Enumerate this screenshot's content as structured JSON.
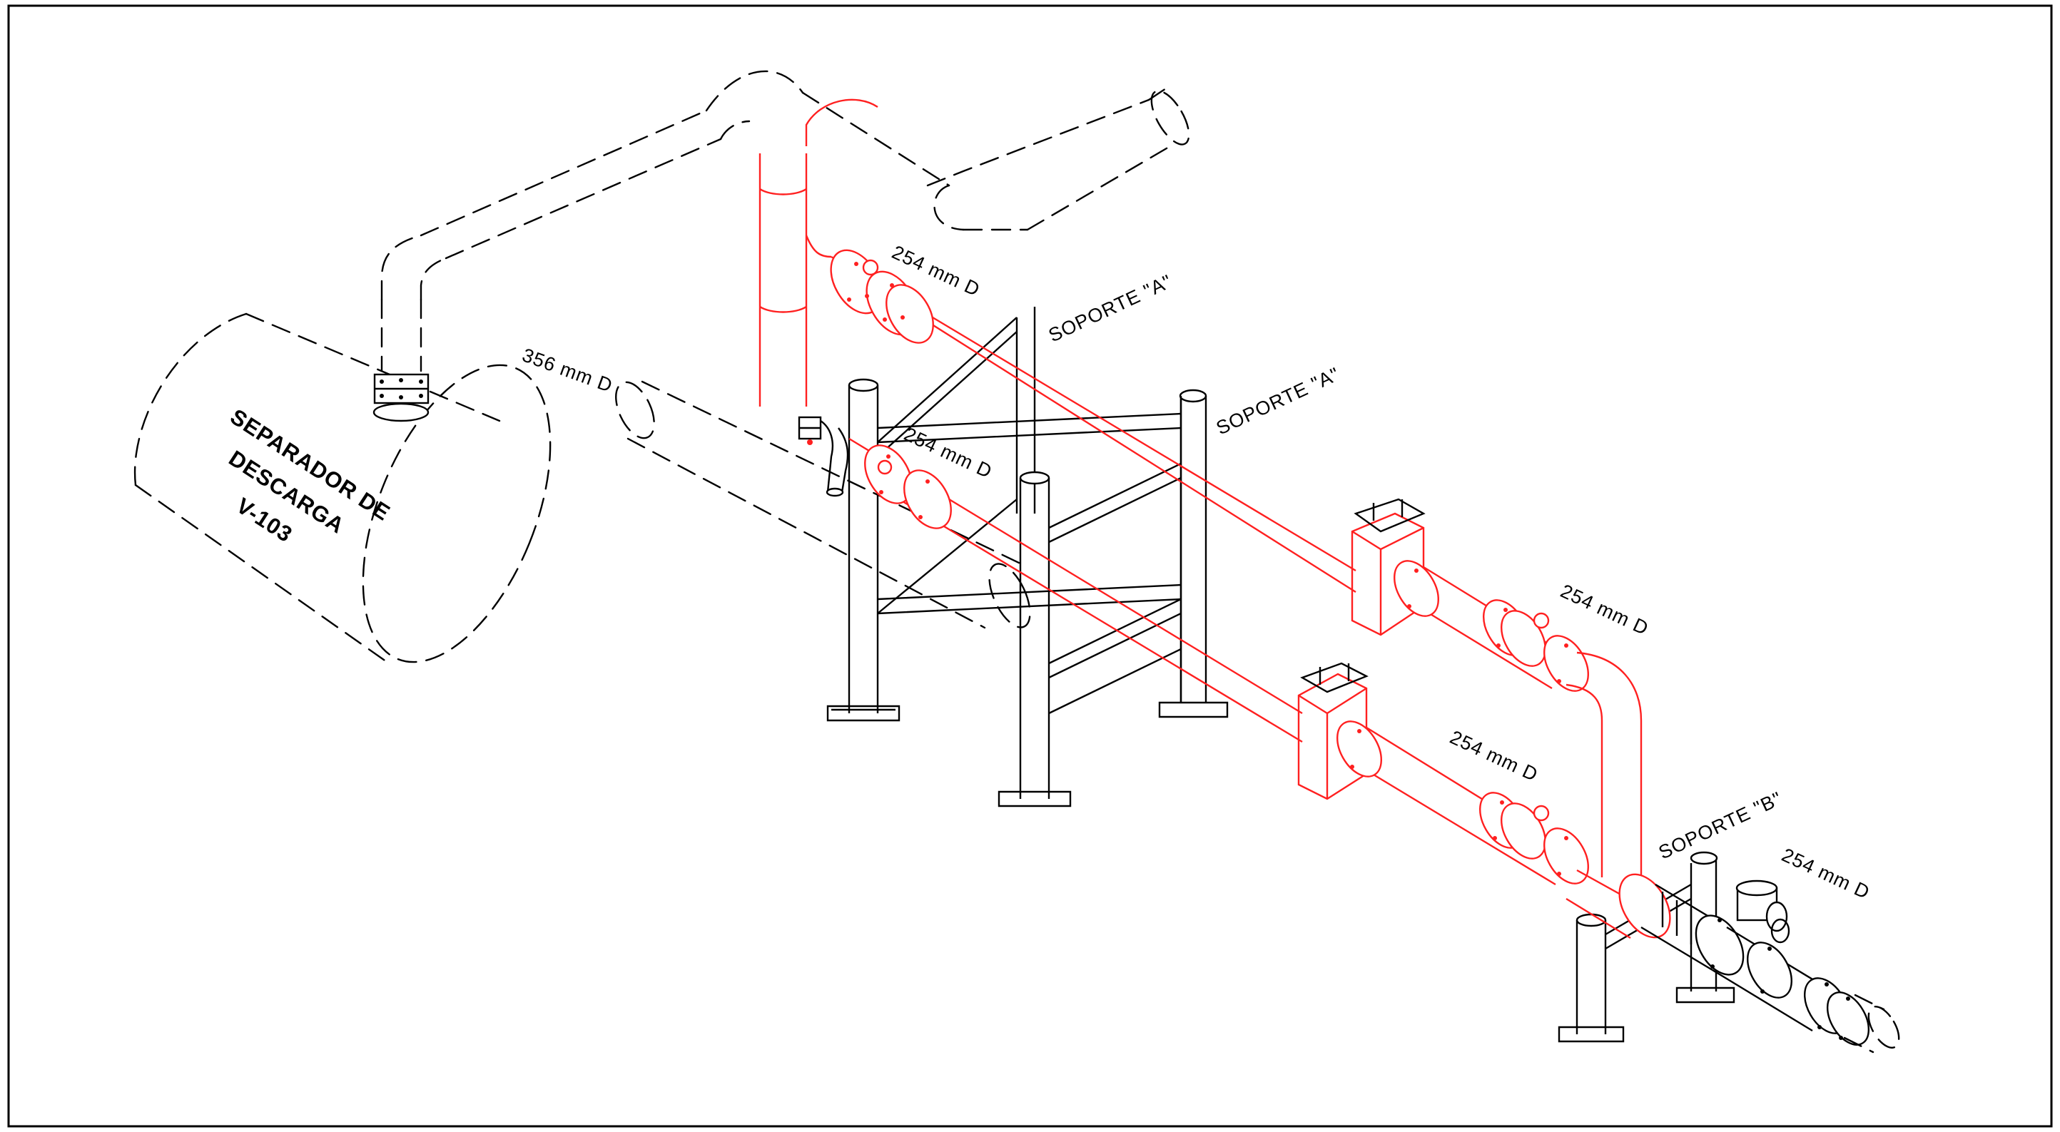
{
  "drawing": {
    "colors": {
      "frame": "#000000",
      "existing_pipe": "#000000",
      "new_pipe": "#ff2020",
      "background": "#ffffff"
    },
    "vessel": {
      "label_lines": [
        "SEPARADOR DE",
        "DESCARGA",
        "V-103"
      ]
    },
    "labels": {
      "pipe_356": "356 mm D",
      "pipe_254_top": "254 mm D",
      "pipe_254_mid": "254 mm D",
      "pipe_254_right_upper": "254 mm D",
      "pipe_254_right_lower": "254 mm D",
      "pipe_254_outlet": "254 mm D",
      "support_a_1": "SOPORTE \"A\"",
      "support_a_2": "SOPORTE \"A\"",
      "support_b": "SOPORTE \"B\""
    }
  }
}
